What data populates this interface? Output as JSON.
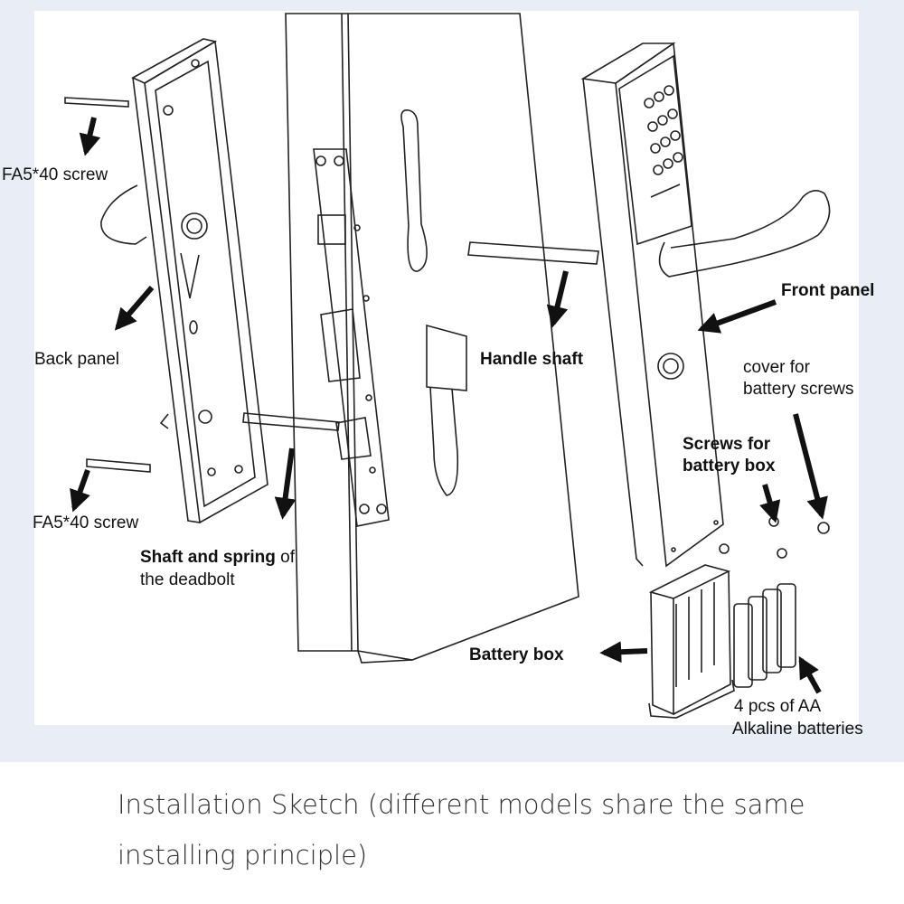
{
  "labels": {
    "screw_top": "FA5*40 screw",
    "back_panel": "Back panel",
    "screw_bottom": "FA5*40 screw",
    "deadbolt_bold": "Shaft and spring",
    "deadbolt_of": " of",
    "deadbolt_rest": "the deadbolt",
    "handle_shaft": "Handle shaft",
    "front_panel": "Front panel",
    "cover_line1": "cover for",
    "cover_line2": "battery screws",
    "screws_line1": "Screws for",
    "screws_line2": "battery box",
    "battery_box": "Battery box",
    "batteries_line1": "4 pcs of AA",
    "batteries_line2": "Alkaline batteries"
  },
  "caption": "Installation Sketch (different models share the same installing principle)",
  "colors": {
    "frame": "#e9eef6",
    "ink": "#111111"
  }
}
